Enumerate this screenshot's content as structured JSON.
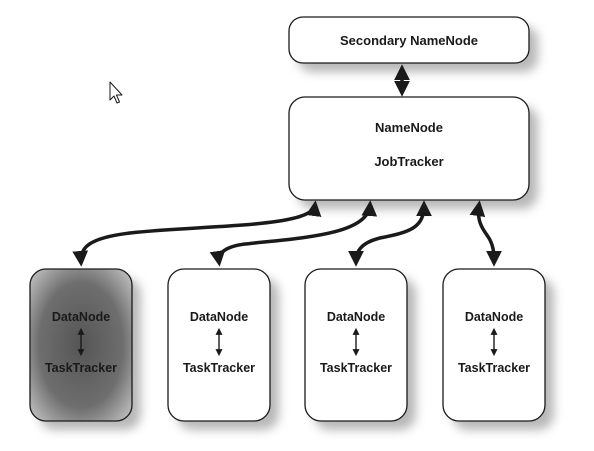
{
  "secondary": {
    "label": "Secondary NameNode"
  },
  "master": {
    "namenode_label": "NameNode",
    "jobtracker_label": "JobTracker"
  },
  "workers": [
    {
      "datanode_label": "DataNode",
      "tasktracker_label": "TaskTracker",
      "highlighted": true
    },
    {
      "datanode_label": "DataNode",
      "tasktracker_label": "TaskTracker",
      "highlighted": false
    },
    {
      "datanode_label": "DataNode",
      "tasktracker_label": "TaskTracker",
      "highlighted": false
    },
    {
      "datanode_label": "DataNode",
      "tasktracker_label": "TaskTracker",
      "highlighted": false
    }
  ],
  "colors": {
    "stroke": "#1a1a1a",
    "shadow": "#9a9a9a",
    "highlight_dark": "#555555",
    "highlight_light": "#d8d8d8"
  },
  "icons": {
    "cursor": "mouse-pointer-icon"
  }
}
